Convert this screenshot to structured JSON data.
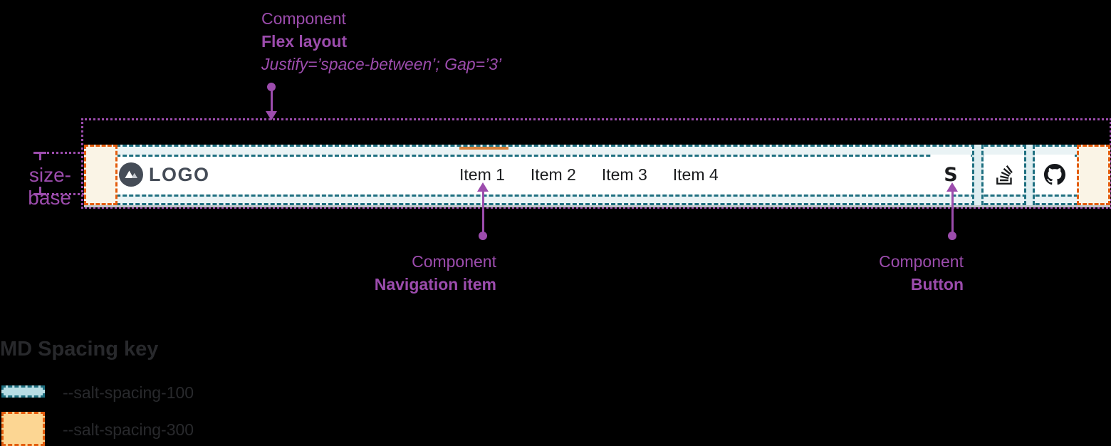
{
  "annotations": {
    "flex_layout": {
      "title": "Component",
      "name": "Flex layout",
      "props": "Justify=’space-between’; Gap=’3’"
    },
    "navigation_item": {
      "title": "Component",
      "name": "Navigation item"
    },
    "button": {
      "title": "Component",
      "name": "Button"
    },
    "size_base_label": "size-base"
  },
  "navbar": {
    "logo": {
      "text": "LOGO",
      "icon": "mountain-icon"
    },
    "items": [
      {
        "label": "Item 1",
        "active": true
      },
      {
        "label": "Item 2",
        "active": false
      },
      {
        "label": "Item 3",
        "active": false
      },
      {
        "label": "Item 4",
        "active": false
      }
    ],
    "actions": [
      {
        "icon": "salt-s-icon",
        "glyph": "S"
      },
      {
        "icon": "stackoverflow-icon"
      },
      {
        "icon": "github-icon"
      }
    ]
  },
  "legend": {
    "title": "MD Spacing key",
    "entries": [
      {
        "label": "--salt-spacing-100",
        "fill": "#b7dde4",
        "border": "#1e6f80"
      },
      {
        "label": "--salt-spacing-300",
        "fill": "#fcd693",
        "border": "#e35c0d"
      }
    ]
  },
  "colors": {
    "annotation_purple": "#9c4cad",
    "spacing_100_fill": "#eaf3f5",
    "spacing_100_border": "#1e6f80",
    "spacing_300_fill": "#faf4e6",
    "spacing_300_border": "#e35c0d",
    "active_indicator": "#d9823b",
    "nav_background": "#ffffff",
    "logo_color": "#454c57"
  }
}
